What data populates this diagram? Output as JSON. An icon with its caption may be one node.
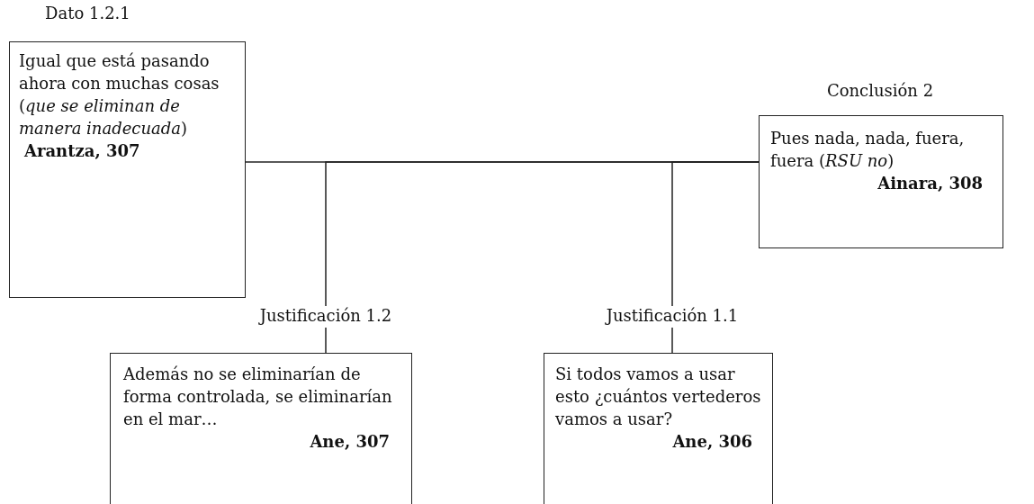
{
  "diagram": {
    "nodes": [
      {
        "text": [
          "Dato 1.2.1",
          "Igual que está pasando ahora con muchas cosas (*que se eliminan de manera inadecuada*)",
          "Arantza, 307"
        ]
      },
      {
        "text": [
          "Conclusión 2",
          "Pues nada, nada, fuera, fuera (*RSU no*)",
          "Ainara, 308"
        ]
      },
      {
        "text": [
          "Justificación 1.2",
          "Además no se eliminarían de forma controlada, se eliminarían en el mar…",
          "Ane, 307"
        ]
      },
      {
        "text": [
          "Justificación 1.1",
          "Si todos vamos a usar esto ¿cuántos vertederos vamos a usar?",
          "Ane, 306"
        ]
      }
    ],
    "edges": [
      {
        "from": 0,
        "to": 1,
        "arrow": "none"
      },
      {
        "from": 2,
        "to": 1,
        "arrow": "none"
      },
      {
        "from": 3,
        "to": 1,
        "arrow": "none"
      }
    ]
  }
}
